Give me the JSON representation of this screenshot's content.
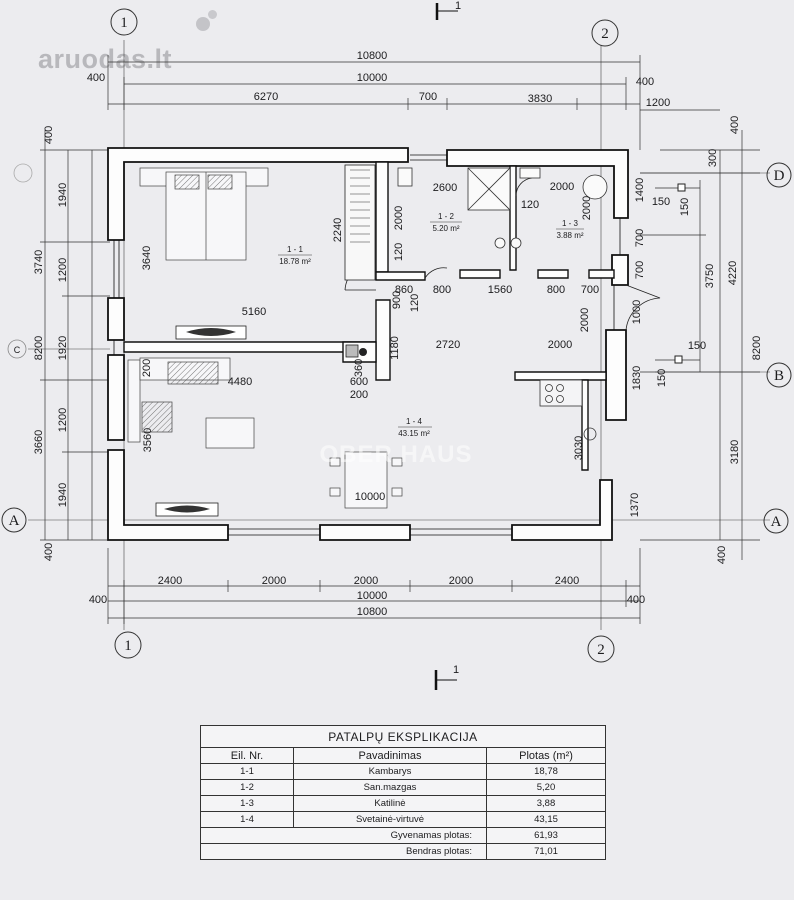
{
  "logo": {
    "text": "aruodas.lt"
  },
  "watermark": {
    "text": "OBER HAUS"
  },
  "section_marker": {
    "label": "1"
  },
  "axes": {
    "a": "A",
    "b": "B",
    "c": "C",
    "d": "D",
    "one": "1",
    "two": "2"
  },
  "dimensions": {
    "top_overall": "10800",
    "top_inner": "10000",
    "top_left_offset": "400",
    "top_right_offset": "400",
    "top_seg1": "6270",
    "top_seg2": "700",
    "top_seg3": "3830",
    "top_right_1200": "1200",
    "left_400": "400",
    "left_1940a": "1940",
    "left_3740": "3740",
    "left_1200a": "1200",
    "left_8200": "8200",
    "left_1920": "1920",
    "left_3660": "3660",
    "left_1200b": "1200",
    "left_1940b": "1940",
    "left_400b": "400",
    "right_400": "400",
    "right_300": "300",
    "right_1400": "1400",
    "right_150a": "150",
    "right_150b": "150",
    "right_700a": "700",
    "right_700b": "700",
    "right_3750": "3750",
    "right_4220": "4220",
    "right_8200": "8200",
    "right_150c": "150",
    "right_150d": "150",
    "right_1830": "1830",
    "right_3180": "3180",
    "right_1370": "1370",
    "right_400b": "400",
    "bottom_seg1": "2400",
    "bottom_seg2": "2000",
    "bottom_seg3": "2000",
    "bottom_seg4": "2000",
    "bottom_seg5": "2400",
    "bottom_left_400": "400",
    "bottom_inner": "10000",
    "bottom_right_400": "400",
    "bottom_overall": "10800",
    "in_2600": "2600",
    "in_2000a": "2000",
    "in_2240": "2240",
    "in_2000b": "2000",
    "in_120a": "120",
    "in_120b": "120",
    "in_2000c": "2000",
    "in_3640": "3640",
    "in_860": "860",
    "in_800a": "800",
    "in_1560": "1560",
    "in_800b": "800",
    "in_700": "700",
    "in_900": "900",
    "in_120c": "120",
    "in_5160": "5160",
    "in_2000d": "2000",
    "in_1000": "1000",
    "in_1180": "1180",
    "in_2720": "2720",
    "in_2000e": "2000",
    "in_360": "360",
    "in_600": "600",
    "in_200a": "200",
    "in_200b": "200",
    "in_4480": "4480",
    "in_3560": "3560",
    "in_3030": "3030",
    "in_10000": "10000"
  },
  "rooms": {
    "r11_id": "1 - 1",
    "r11_area": "18.78 m²",
    "r12_id": "1 - 2",
    "r12_area": "5.20 m²",
    "r13_id": "1 - 3",
    "r13_area": "3.88 m²",
    "r14_id": "1 - 4",
    "r14_area": "43.15 m²"
  },
  "explication": {
    "title": "PATALPŲ EKSPLIKACIJA",
    "headers": [
      "Eil. Nr.",
      "Pavadinimas",
      "Plotas (m²)"
    ],
    "rows": [
      {
        "nr": "1-1",
        "name": "Kambarys",
        "area": "18,78"
      },
      {
        "nr": "1-2",
        "name": "San.mazgas",
        "area": "5,20"
      },
      {
        "nr": "1-3",
        "name": "Katilinė",
        "area": "3,88"
      },
      {
        "nr": "1-4",
        "name": "Svetainė-virtuvė",
        "area": "43,15"
      }
    ],
    "living_label": "Gyvenamas plotas:",
    "living_value": "61,93",
    "total_label": "Bendras plotas:",
    "total_value": "71,01"
  }
}
